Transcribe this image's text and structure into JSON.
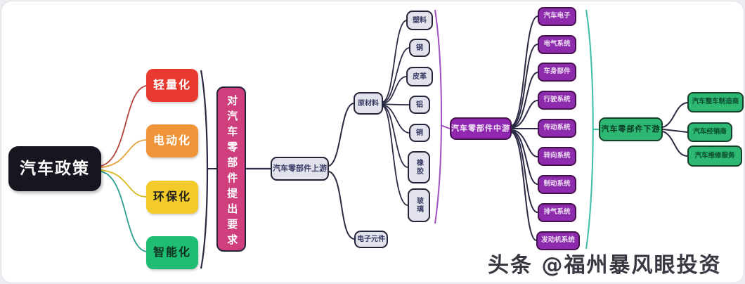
{
  "root": {
    "label": "汽车政策"
  },
  "policies": [
    {
      "label": "轻量化",
      "bg": "#e8392e",
      "line": "#b5433a"
    },
    {
      "label": "电动化",
      "bg": "#f0943a",
      "line": "#e8a13c"
    },
    {
      "label": "环保化",
      "bg": "#f2cb2a",
      "line": "#d9b919"
    },
    {
      "label": "智能化",
      "bg": "#1fbd74",
      "line": "#2a9d8f"
    }
  ],
  "requirement": {
    "label": "对汽车零部件提出要求"
  },
  "upstream": {
    "label": "汽车零部件上游",
    "raw_material_label": "原材料",
    "materials": [
      "塑料",
      "钢",
      "皮革",
      "铝",
      "铜",
      "橡胶",
      "玻璃"
    ],
    "electronics_label": "电子元件"
  },
  "midstream": {
    "label": "汽车零部件中游",
    "items": [
      "汽车电子",
      "电气系统",
      "车身部件",
      "行驶系统",
      "传动系统",
      "转向系统",
      "制动系统",
      "排气系统",
      "发动机系统"
    ]
  },
  "downstream": {
    "label": "汽车零部件下游",
    "items": [
      "汽车整车制造商",
      "汽车经销商",
      "汽车维修服务"
    ]
  },
  "watermark": {
    "label": "头条 @福州暴风眼投资"
  },
  "colors": {
    "root_bg": "#17151f",
    "requirement_bg": "#cf3f7d",
    "light_node_bg": "#e2e2ec",
    "midstream_bg": "#9127b0",
    "downstream_bg": "#2cb873",
    "bracket_dark": "#2b2b45",
    "bracket_purple": "#a050c0",
    "bracket_teal": "#3bbfa8",
    "connector_dark": "#2b2b45",
    "watermark_fg": "#383842"
  }
}
